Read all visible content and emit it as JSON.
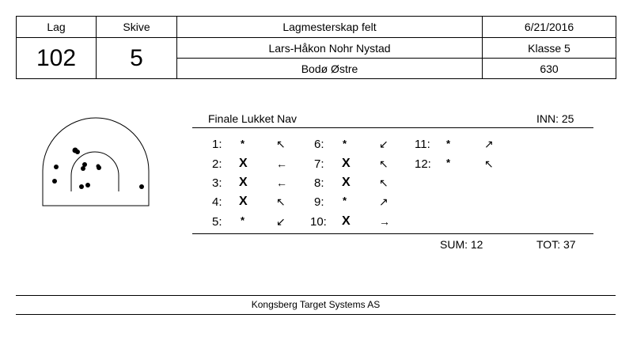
{
  "header": {
    "lag_label": "Lag",
    "lag_value": "102",
    "skive_label": "Skive",
    "skive_value": "5",
    "competition": "Lagmesterskap felt",
    "date": "6/21/2016",
    "shooter": "Lars-Håkon Nohr Nystad",
    "class": "Klasse 5",
    "club": "Bodø Østre",
    "score_code": "630"
  },
  "section": {
    "title": "Finale Lukket Nav",
    "inner_label": "INN: 25"
  },
  "shots": [
    {
      "label": "1:",
      "mark": "*",
      "arrow": "↖"
    },
    {
      "label": "2:",
      "mark": "X",
      "arrow": "←"
    },
    {
      "label": "3:",
      "mark": "X",
      "arrow": "←"
    },
    {
      "label": "4:",
      "mark": "X",
      "arrow": "↖"
    },
    {
      "label": "5:",
      "mark": "*",
      "arrow": "↙"
    },
    {
      "label": "6:",
      "mark": "*",
      "arrow": "↙"
    },
    {
      "label": "7:",
      "mark": "X",
      "arrow": "↖"
    },
    {
      "label": "8:",
      "mark": "X",
      "arrow": "↖"
    },
    {
      "label": "9:",
      "mark": "*",
      "arrow": "↗"
    },
    {
      "label": "10:",
      "mark": "X",
      "arrow": "→"
    },
    {
      "label": "11:",
      "mark": "*",
      "arrow": "↗"
    },
    {
      "label": "12:",
      "mark": "*",
      "arrow": "↖"
    }
  ],
  "totals": {
    "sum": "SUM: 12",
    "tot": "TOT: 37"
  },
  "footer": {
    "company": "Kongsberg Target Systems AS"
  }
}
